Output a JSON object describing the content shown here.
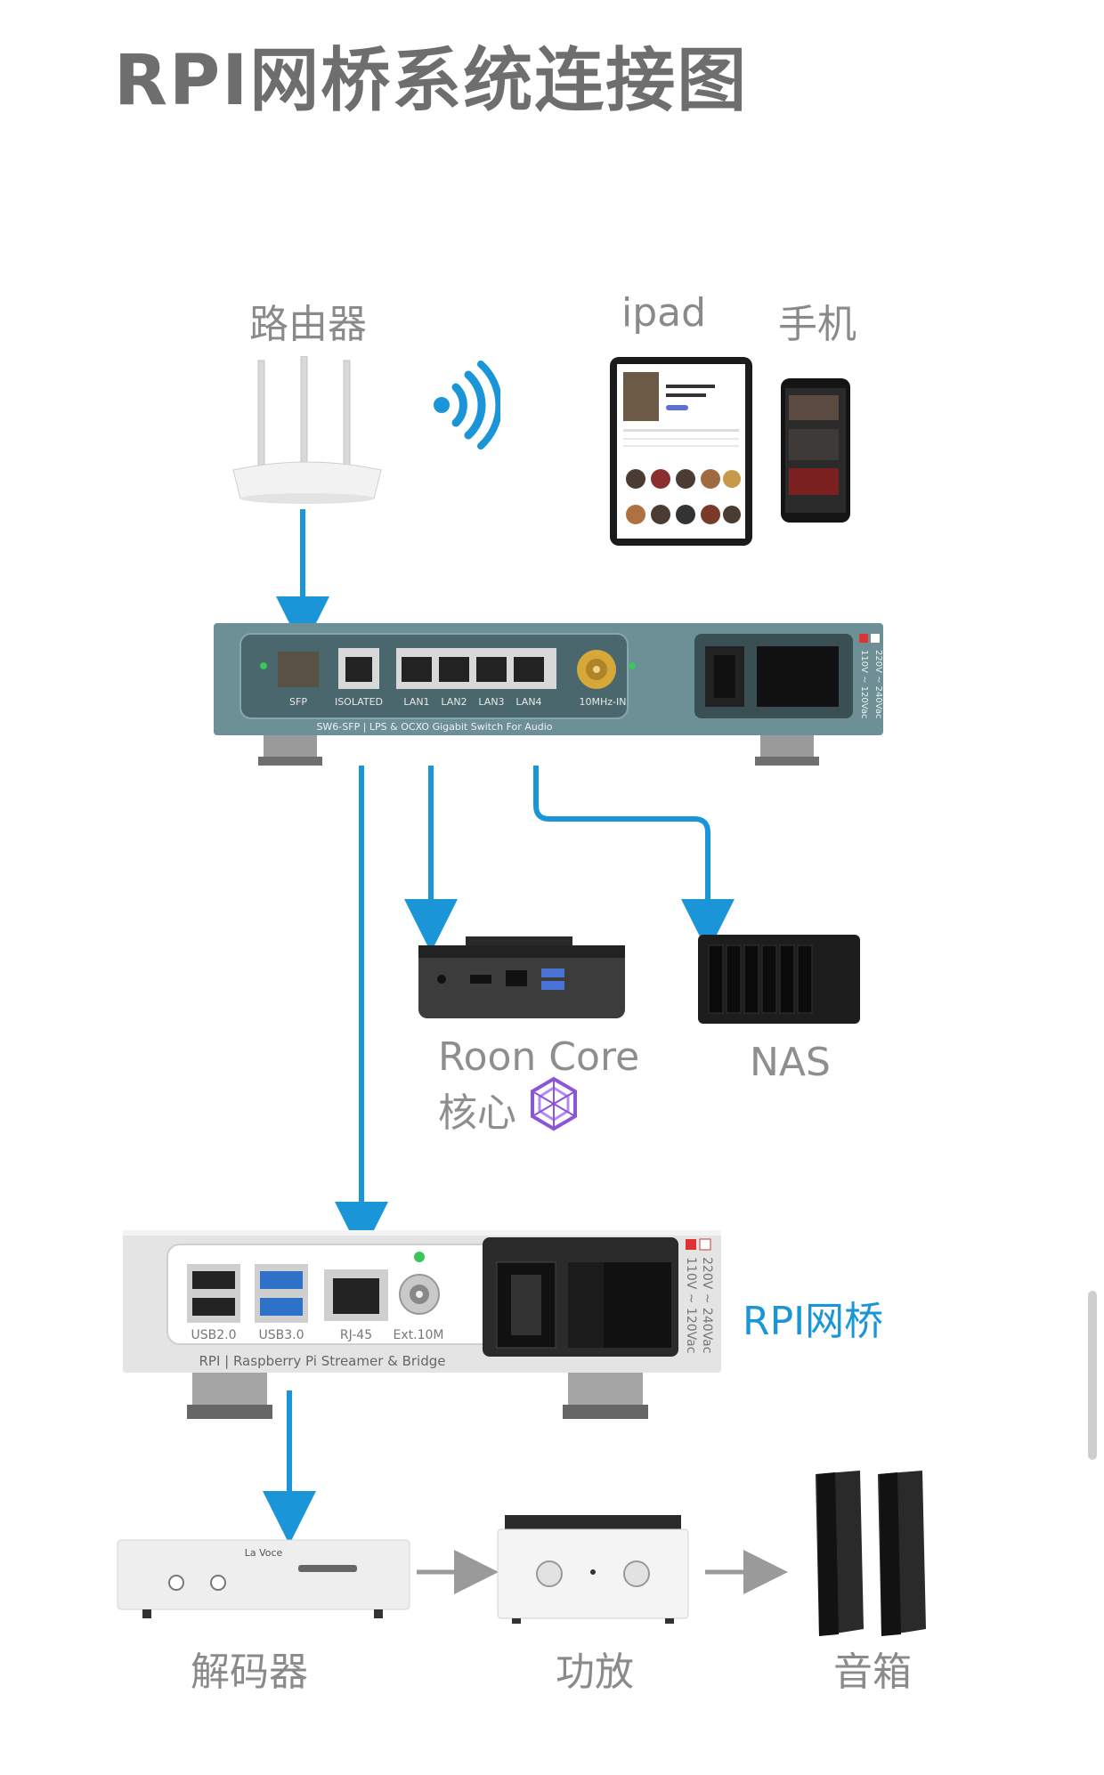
{
  "title": "RPI网桥系统连接图",
  "labels": {
    "router": "路由器",
    "ipad": "ipad",
    "phone": "手机",
    "roon_line1": "Roon Core",
    "roon_line2": "核心",
    "nas": "NAS",
    "rpi_bridge": "RPI网桥",
    "decoder": "解码器",
    "amp": "功放",
    "speakers": "音箱"
  },
  "switch": {
    "ports": [
      "SFP",
      "ISOLATED",
      "LAN1",
      "LAN2",
      "LAN3",
      "LAN4",
      "10MHz-IN"
    ],
    "model": "SW6-SFP | LPS & OCXO Gigabit Switch For Audio",
    "voltage": [
      "110V ~ 120Vac",
      "220V ~ 240Vac"
    ]
  },
  "rpi": {
    "ports": [
      "USB2.0",
      "USB3.0",
      "RJ-45",
      "Ext.10M"
    ],
    "model": "RPI | Raspberry Pi Streamer & Bridge",
    "voltage": [
      "110V ~ 120Vac",
      "220V ~ 240Vac"
    ]
  },
  "decoder_brand": "La Voce",
  "colors": {
    "arrow_blue": "#1a96d8",
    "switch_body": "#6d8f96",
    "gray_arrow": "#9a9a9a"
  }
}
